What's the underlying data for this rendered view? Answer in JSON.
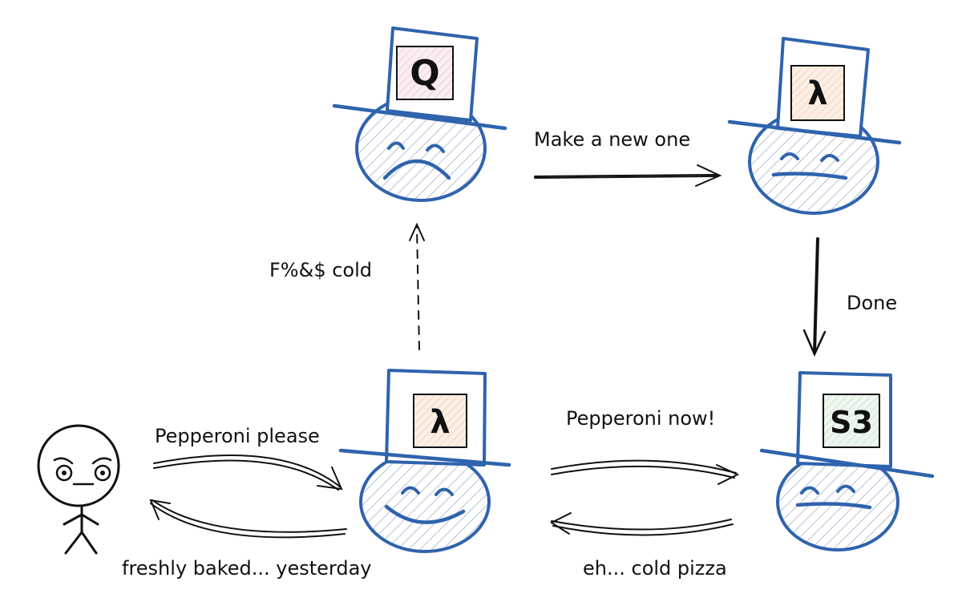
{
  "colors": {
    "hat_stroke": "#2f63ad",
    "hatch": "#b8c2d2",
    "ink": "#111111",
    "badge_q": "#f6dde6",
    "badge_lambda": "#f9e0cf",
    "badge_s3": "#dff0e2"
  },
  "nodes": {
    "query": {
      "badge": "Q"
    },
    "new_lambda": {
      "badge": "λ"
    },
    "lambda": {
      "badge": "λ"
    },
    "s3": {
      "badge": "S3"
    }
  },
  "edges": {
    "make_new": {
      "label": "Make a new one"
    },
    "done": {
      "label": "Done"
    },
    "cold": {
      "label": "F%&$ cold"
    },
    "pepperoni_please": {
      "label": "Pepperoni please"
    },
    "freshly_baked": {
      "label": "freshly baked... yesterday"
    },
    "pepperoni_now": {
      "label": "Pepperoni now!"
    },
    "cold_pizza": {
      "label": "eh... cold pizza"
    }
  }
}
